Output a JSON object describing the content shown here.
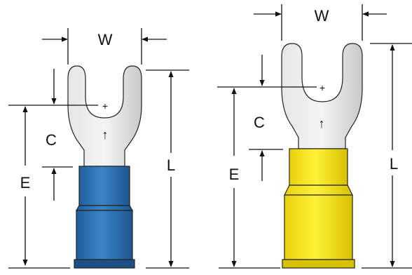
{
  "figure": {
    "small_terminal": {
      "width_label": "W",
      "center_label": "C",
      "edge_label": "E",
      "length_label": "L",
      "plus_mark": "+",
      "direction_mark": "↑",
      "insulation_color": "#2a6fb0"
    },
    "large_terminal": {
      "width_label": "W",
      "center_label": "C",
      "edge_label": "E",
      "length_label": "L",
      "plus_mark": "+",
      "direction_mark": "↑",
      "insulation_color": "#f2e21c"
    },
    "metal_color": "#d0d0d0"
  }
}
